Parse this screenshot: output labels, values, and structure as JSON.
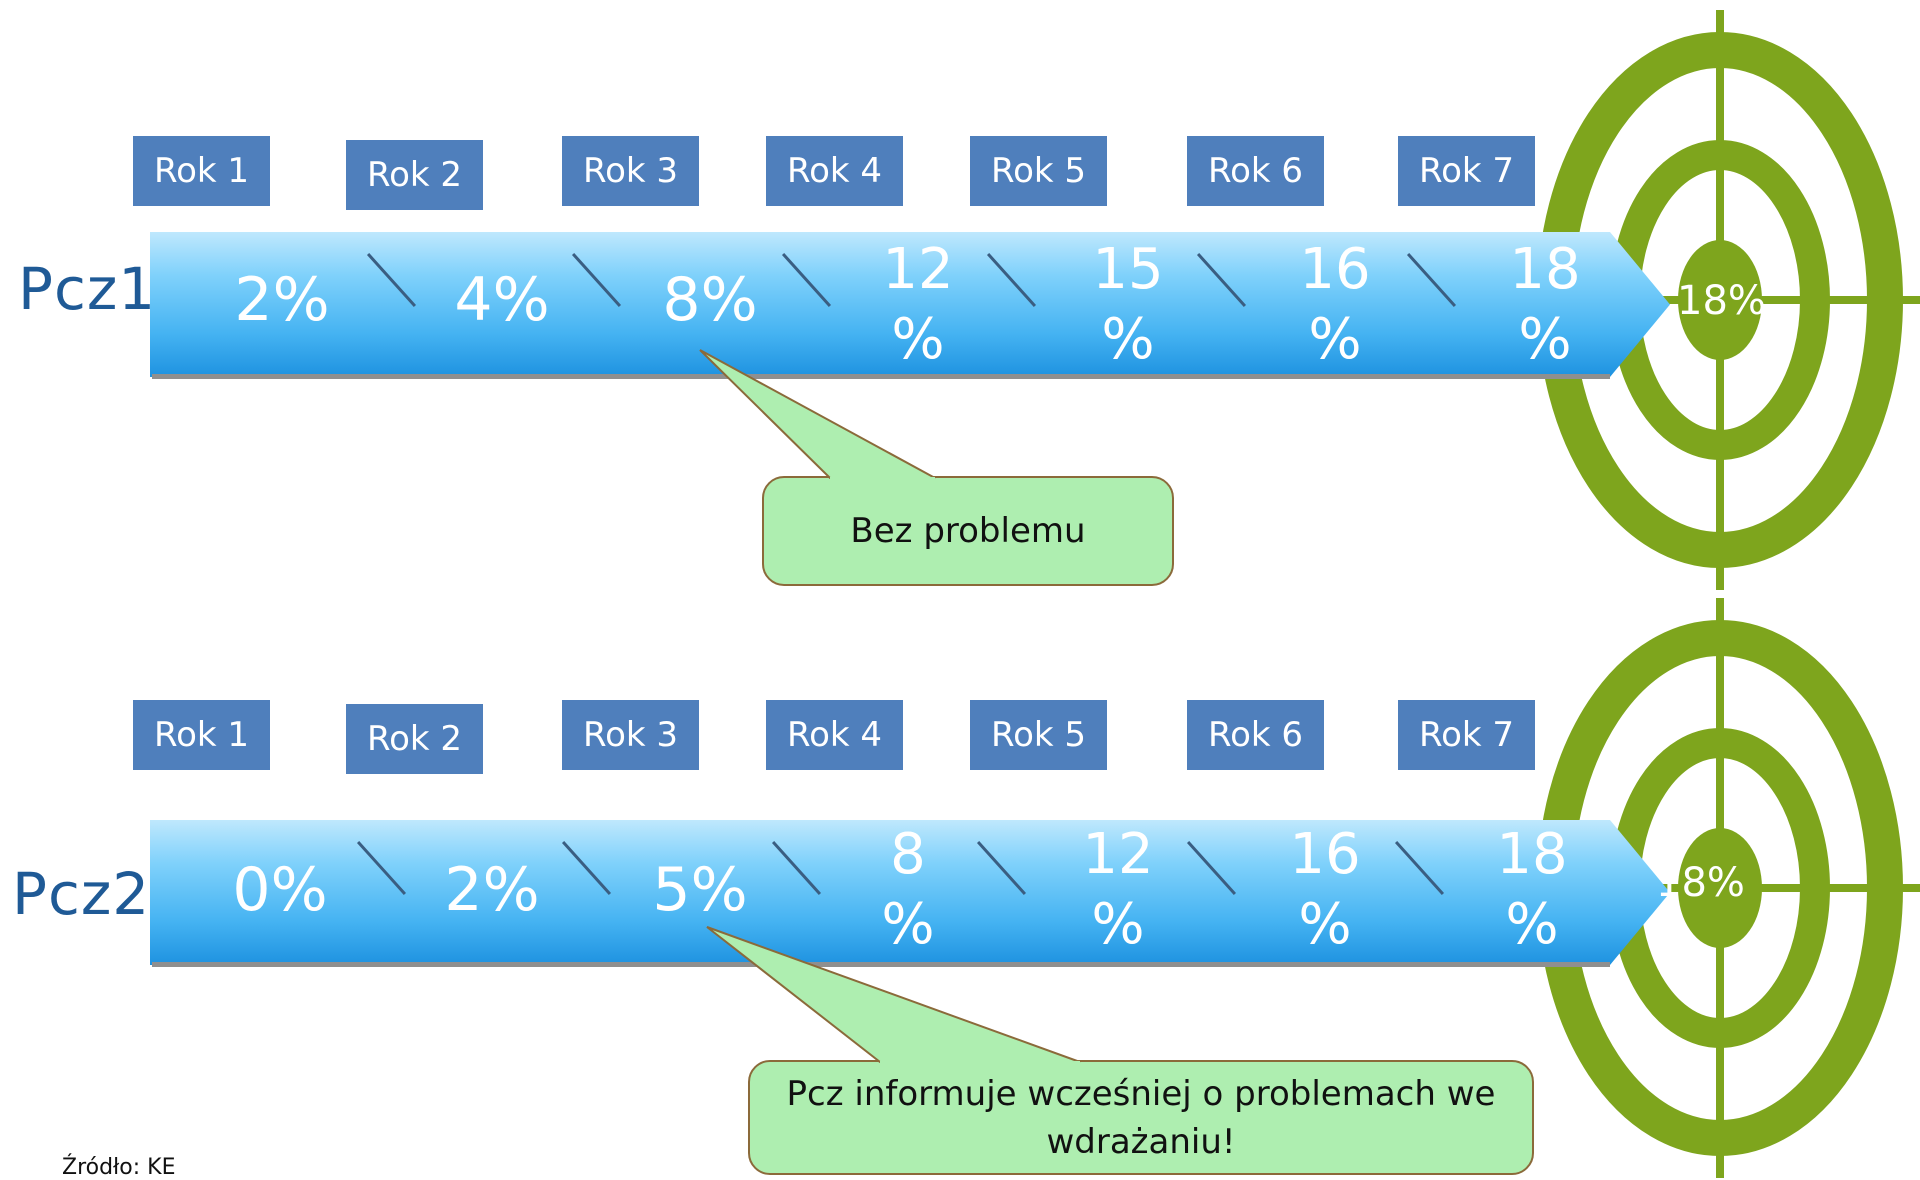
{
  "rows": [
    {
      "label": "Pcz1",
      "years": [
        "Rok 1",
        "Rok 2",
        "Rok 3",
        "Rok 4",
        "Rok 5",
        "Rok 6",
        "Rok 7"
      ],
      "values": [
        "2%",
        "4%",
        "8%",
        "12\n%",
        "15\n%",
        "16\n%",
        "18\n%"
      ],
      "target": "18%",
      "callout": "Bez problemu"
    },
    {
      "label": "Pcz2",
      "years": [
        "Rok 1",
        "Rok 2",
        "Rok 3",
        "Rok 4",
        "Rok 5",
        "Rok 6",
        "Rok 7"
      ],
      "values": [
        "0%",
        "2%",
        "5%",
        "8\n%",
        "12\n%",
        "16\n%",
        "18\n%"
      ],
      "target": "18%",
      "callout": "Pcz informuje wcześniej o problemach we wdrażaniu!"
    }
  ],
  "source": "Źródło: KE",
  "colors": {
    "year_box": "#4f7fbc",
    "row_label": "#1f5a96",
    "target_green": "#7ea51d",
    "callout_fill": "#aeeeb0",
    "callout_border": "#8b6a3a"
  }
}
